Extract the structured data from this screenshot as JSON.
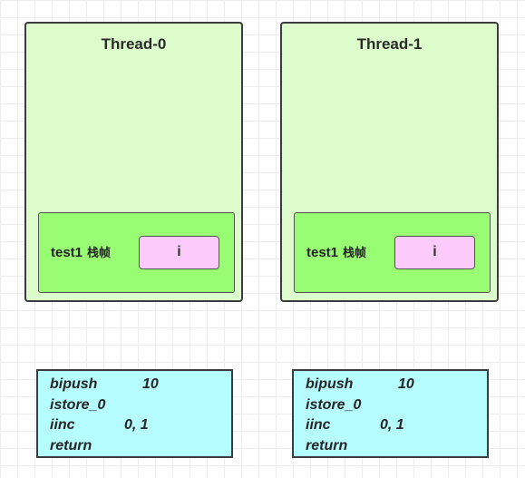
{
  "threads": [
    {
      "title": "Thread-0",
      "frame": {
        "method": "test1",
        "label": "栈帧",
        "local_var": "i"
      },
      "bytecode": [
        {
          "op": "bipush",
          "arg": "10"
        },
        {
          "op": "istore_0",
          "arg": ""
        },
        {
          "op": "iinc",
          "arg": "0, 1"
        },
        {
          "op": "return",
          "arg": ""
        }
      ]
    },
    {
      "title": "Thread-1",
      "frame": {
        "method": "test1",
        "label": "栈帧",
        "local_var": "i"
      },
      "bytecode": [
        {
          "op": "bipush",
          "arg": "10"
        },
        {
          "op": "istore_0",
          "arg": ""
        },
        {
          "op": "iinc",
          "arg": "0, 1"
        },
        {
          "op": "return",
          "arg": ""
        }
      ]
    }
  ],
  "colors": {
    "thread_fill": "#ddfccb",
    "frame_fill": "#99fd74",
    "var_fill": "#fdcafc",
    "bytecode_fill": "#b5fdfe",
    "border": "#3c3c3c"
  }
}
